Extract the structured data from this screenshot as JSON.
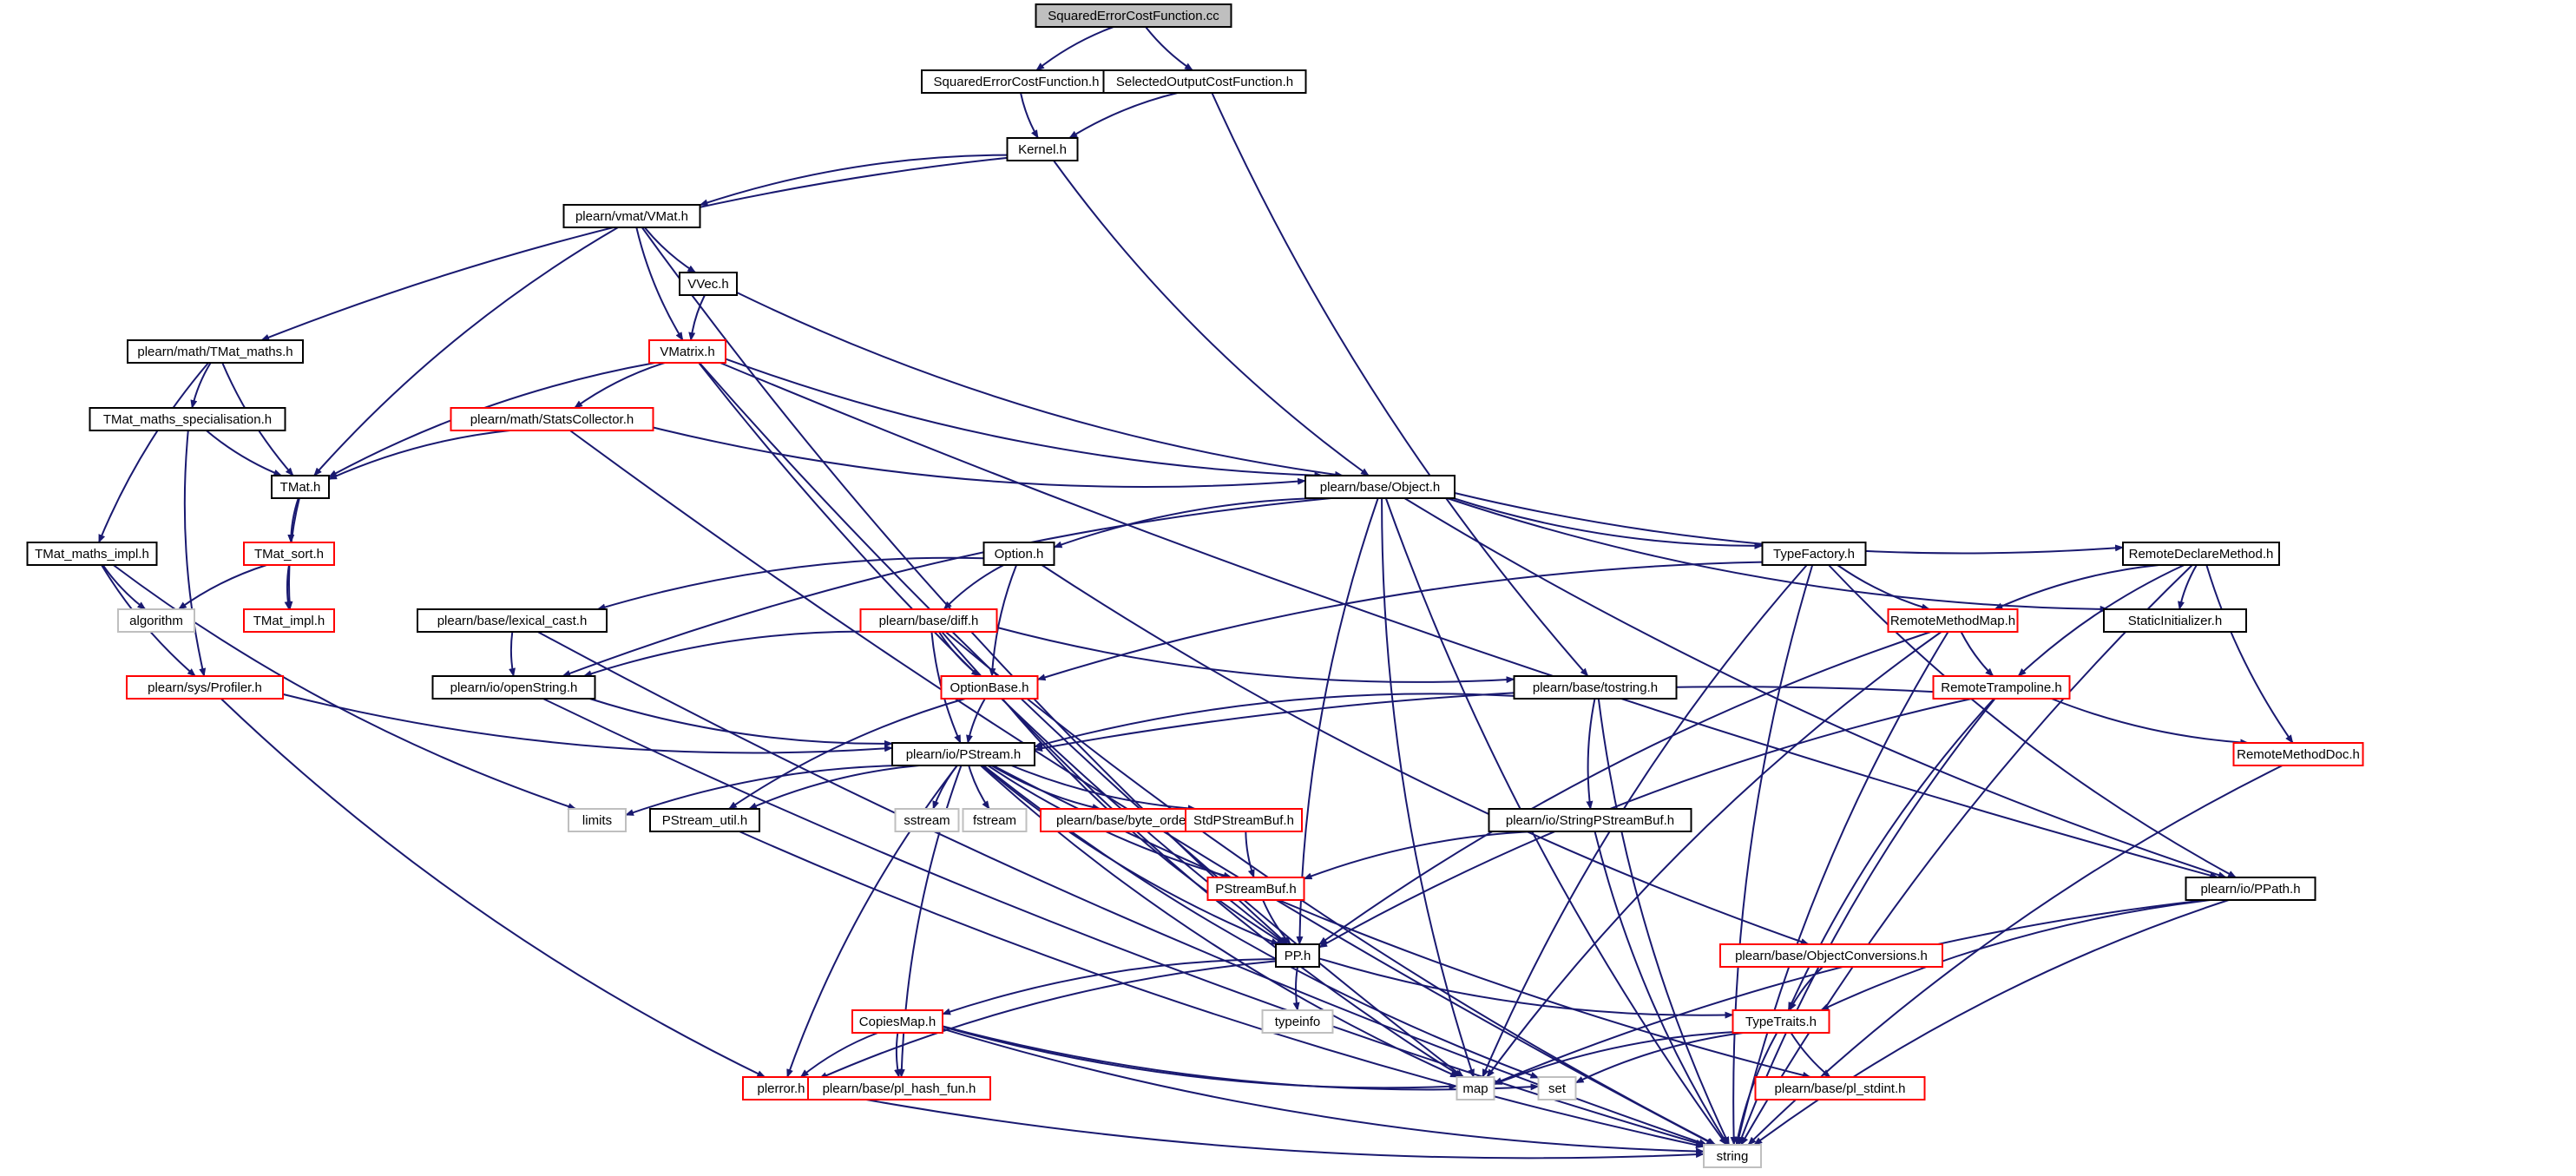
{
  "graph": {
    "colors": {
      "edge": "#191970",
      "root_fill": "#bfbfbf",
      "root_stroke": "#000000",
      "header_stroke": "#000000",
      "truncated_stroke": "#ff0000",
      "system_stroke": "#bfbfbf",
      "node_fill": "#ffffff"
    },
    "nodes": [
      {
        "id": "root",
        "label": "SquaredErrorCostFunction.cc",
        "kind": "root"
      },
      {
        "id": "secf_h",
        "label": "SquaredErrorCostFunction.h",
        "kind": "header"
      },
      {
        "id": "socf_h",
        "label": "SelectedOutputCostFunction.h",
        "kind": "header"
      },
      {
        "id": "kernel",
        "label": "Kernel.h",
        "kind": "header"
      },
      {
        "id": "vmat_h",
        "label": "plearn/vmat/VMat.h",
        "kind": "header"
      },
      {
        "id": "vvec",
        "label": "VVec.h",
        "kind": "header"
      },
      {
        "id": "tmat_maths",
        "label": "plearn/math/TMat_maths.h",
        "kind": "header"
      },
      {
        "id": "vmatrix",
        "label": "VMatrix.h",
        "kind": "truncated"
      },
      {
        "id": "tmat_spec",
        "label": "TMat_maths_specialisation.h",
        "kind": "header"
      },
      {
        "id": "stats",
        "label": "plearn/math/StatsCollector.h",
        "kind": "truncated"
      },
      {
        "id": "tmat",
        "label": "TMat.h",
        "kind": "header"
      },
      {
        "id": "object",
        "label": "plearn/base/Object.h",
        "kind": "header"
      },
      {
        "id": "tmat_impl2",
        "label": "TMat_maths_impl.h",
        "kind": "header"
      },
      {
        "id": "tmat_sort",
        "label": "TMat_sort.h",
        "kind": "truncated"
      },
      {
        "id": "option",
        "label": "Option.h",
        "kind": "header"
      },
      {
        "id": "typefactory",
        "label": "TypeFactory.h",
        "kind": "header"
      },
      {
        "id": "remotedecl",
        "label": "RemoteDeclareMethod.h",
        "kind": "header"
      },
      {
        "id": "algorithm",
        "label": "algorithm",
        "kind": "system"
      },
      {
        "id": "tmat_impl",
        "label": "TMat_impl.h",
        "kind": "truncated"
      },
      {
        "id": "lexical",
        "label": "plearn/base/lexical_cast.h",
        "kind": "header"
      },
      {
        "id": "diff",
        "label": "plearn/base/diff.h",
        "kind": "truncated"
      },
      {
        "id": "rmm",
        "label": "RemoteMethodMap.h",
        "kind": "truncated"
      },
      {
        "id": "static_init",
        "label": "StaticInitializer.h",
        "kind": "header"
      },
      {
        "id": "profiler",
        "label": "plearn/sys/Profiler.h",
        "kind": "truncated"
      },
      {
        "id": "openstring",
        "label": "plearn/io/openString.h",
        "kind": "header"
      },
      {
        "id": "optionbase",
        "label": "OptionBase.h",
        "kind": "truncated"
      },
      {
        "id": "tostring",
        "label": "plearn/base/tostring.h",
        "kind": "header"
      },
      {
        "id": "trampoline",
        "label": "RemoteTrampoline.h",
        "kind": "truncated"
      },
      {
        "id": "pstream",
        "label": "plearn/io/PStream.h",
        "kind": "header"
      },
      {
        "id": "rmdoc",
        "label": "RemoteMethodDoc.h",
        "kind": "truncated"
      },
      {
        "id": "limits",
        "label": "limits",
        "kind": "system"
      },
      {
        "id": "pstream_util",
        "label": "PStream_util.h",
        "kind": "header"
      },
      {
        "id": "sstream",
        "label": "sstream",
        "kind": "system"
      },
      {
        "id": "fstream",
        "label": "fstream",
        "kind": "system"
      },
      {
        "id": "byteorder",
        "label": "plearn/base/byte_order.h",
        "kind": "truncated"
      },
      {
        "id": "stdpsb",
        "label": "StdPStreamBuf.h",
        "kind": "truncated"
      },
      {
        "id": "stringpsb",
        "label": "plearn/io/StringPStreamBuf.h",
        "kind": "header"
      },
      {
        "id": "ppath",
        "label": "plearn/io/PPath.h",
        "kind": "header"
      },
      {
        "id": "psbuf",
        "label": "PStreamBuf.h",
        "kind": "truncated"
      },
      {
        "id": "pp",
        "label": "PP.h",
        "kind": "header"
      },
      {
        "id": "objconv",
        "label": "plearn/base/ObjectConversions.h",
        "kind": "truncated"
      },
      {
        "id": "typeinfo",
        "label": "typeinfo",
        "kind": "system"
      },
      {
        "id": "copiesmap",
        "label": "CopiesMap.h",
        "kind": "truncated"
      },
      {
        "id": "typetraits",
        "label": "TypeTraits.h",
        "kind": "truncated"
      },
      {
        "id": "plerror",
        "label": "plerror.h",
        "kind": "truncated"
      },
      {
        "id": "hashfun",
        "label": "plearn/base/pl_hash_fun.h",
        "kind": "truncated"
      },
      {
        "id": "map",
        "label": "map",
        "kind": "system"
      },
      {
        "id": "set",
        "label": "set",
        "kind": "system"
      },
      {
        "id": "stdint",
        "label": "plearn/base/pl_stdint.h",
        "kind": "truncated"
      },
      {
        "id": "string",
        "label": "string",
        "kind": "system"
      }
    ],
    "edges": [
      [
        "root",
        "secf_h"
      ],
      [
        "root",
        "socf_h"
      ],
      [
        "secf_h",
        "kernel"
      ],
      [
        "socf_h",
        "kernel"
      ],
      [
        "socf_h",
        "tostring"
      ],
      [
        "kernel",
        "vmat_h"
      ],
      [
        "kernel",
        "tmat_maths"
      ],
      [
        "kernel",
        "object"
      ],
      [
        "vmat_h",
        "vvec"
      ],
      [
        "vmat_h",
        "vmatrix"
      ],
      [
        "vmat_h",
        "tmat"
      ],
      [
        "vmat_h",
        "pp"
      ],
      [
        "vvec",
        "vmatrix"
      ],
      [
        "vvec",
        "object"
      ],
      [
        "tmat_maths",
        "tmat_spec"
      ],
      [
        "tmat_maths",
        "tmat"
      ],
      [
        "tmat_maths",
        "tmat_impl2"
      ],
      [
        "vmatrix",
        "stats"
      ],
      [
        "vmatrix",
        "tmat"
      ],
      [
        "vmatrix",
        "object"
      ],
      [
        "vmatrix",
        "ppath"
      ],
      [
        "vmatrix",
        "pp"
      ],
      [
        "vmatrix",
        "map"
      ],
      [
        "tmat_spec",
        "tmat"
      ],
      [
        "tmat_spec",
        "profiler"
      ],
      [
        "stats",
        "tmat"
      ],
      [
        "stats",
        "object"
      ],
      [
        "stats",
        "string"
      ],
      [
        "tmat",
        "tmat_sort"
      ],
      [
        "tmat",
        "tmat_impl"
      ],
      [
        "tmat_sort",
        "algorithm"
      ],
      [
        "tmat_sort",
        "tmat_impl"
      ],
      [
        "tmat_impl2",
        "algorithm"
      ],
      [
        "tmat_impl2",
        "profiler"
      ],
      [
        "tmat_impl2",
        "limits"
      ],
      [
        "object",
        "option"
      ],
      [
        "object",
        "typefactory"
      ],
      [
        "object",
        "remotedecl"
      ],
      [
        "object",
        "static_init"
      ],
      [
        "object",
        "ppath"
      ],
      [
        "object",
        "openstring"
      ],
      [
        "object",
        "pp"
      ],
      [
        "object",
        "map"
      ],
      [
        "object",
        "string"
      ],
      [
        "option",
        "lexical"
      ],
      [
        "option",
        "diff"
      ],
      [
        "option",
        "optionbase"
      ],
      [
        "option",
        "objconv"
      ],
      [
        "typefactory",
        "rmm"
      ],
      [
        "typefactory",
        "optionbase"
      ],
      [
        "typefactory",
        "ppath"
      ],
      [
        "typefactory",
        "map"
      ],
      [
        "typefactory",
        "string"
      ],
      [
        "remotedecl",
        "rmm"
      ],
      [
        "remotedecl",
        "static_init"
      ],
      [
        "remotedecl",
        "trampoline"
      ],
      [
        "remotedecl",
        "rmdoc"
      ],
      [
        "remotedecl",
        "string"
      ],
      [
        "lexical",
        "openstring"
      ],
      [
        "lexical",
        "string"
      ],
      [
        "diff",
        "openstring"
      ],
      [
        "diff",
        "optionbase"
      ],
      [
        "diff",
        "tostring"
      ],
      [
        "diff",
        "pstream"
      ],
      [
        "diff",
        "map"
      ],
      [
        "diff",
        "string"
      ],
      [
        "rmm",
        "trampoline"
      ],
      [
        "rmm",
        "pp"
      ],
      [
        "rmm",
        "map"
      ],
      [
        "rmm",
        "string"
      ],
      [
        "profiler",
        "pstream"
      ],
      [
        "profiler",
        "plerror"
      ],
      [
        "openstring",
        "pstream"
      ],
      [
        "openstring",
        "string"
      ],
      [
        "optionbase",
        "pstream"
      ],
      [
        "optionbase",
        "pstream_util"
      ],
      [
        "optionbase",
        "pp"
      ],
      [
        "tostring",
        "pstream"
      ],
      [
        "tostring",
        "stringpsb"
      ],
      [
        "tostring",
        "string"
      ],
      [
        "trampoline",
        "pstream"
      ],
      [
        "trampoline",
        "rmdoc"
      ],
      [
        "trampoline",
        "pp"
      ],
      [
        "trampoline",
        "typetraits"
      ],
      [
        "trampoline",
        "string"
      ],
      [
        "pstream",
        "limits"
      ],
      [
        "pstream",
        "pstream_util"
      ],
      [
        "pstream",
        "sstream"
      ],
      [
        "pstream",
        "fstream"
      ],
      [
        "pstream",
        "byteorder"
      ],
      [
        "pstream",
        "stdpsb"
      ],
      [
        "pstream",
        "psbuf"
      ],
      [
        "pstream",
        "pp"
      ],
      [
        "pstream",
        "plerror"
      ],
      [
        "pstream",
        "hashfun"
      ],
      [
        "pstream",
        "map"
      ],
      [
        "pstream",
        "set"
      ],
      [
        "pstream",
        "stdint"
      ],
      [
        "rmdoc",
        "string"
      ],
      [
        "pstream_util",
        "string"
      ],
      [
        "stdpsb",
        "psbuf"
      ],
      [
        "stringpsb",
        "psbuf"
      ],
      [
        "stringpsb",
        "string"
      ],
      [
        "ppath",
        "typetraits"
      ],
      [
        "ppath",
        "map"
      ],
      [
        "ppath",
        "string"
      ],
      [
        "psbuf",
        "pp"
      ],
      [
        "pp",
        "typeinfo"
      ],
      [
        "pp",
        "copiesmap"
      ],
      [
        "pp",
        "typetraits"
      ],
      [
        "pp",
        "plerror"
      ],
      [
        "objconv",
        "typetraits"
      ],
      [
        "copiesmap",
        "plerror"
      ],
      [
        "copiesmap",
        "hashfun"
      ],
      [
        "copiesmap",
        "map"
      ],
      [
        "copiesmap",
        "set"
      ],
      [
        "copiesmap",
        "string"
      ],
      [
        "typetraits",
        "map"
      ],
      [
        "typetraits",
        "set"
      ],
      [
        "typetraits",
        "stdint"
      ],
      [
        "typetraits",
        "string"
      ],
      [
        "plerror",
        "string"
      ]
    ]
  }
}
